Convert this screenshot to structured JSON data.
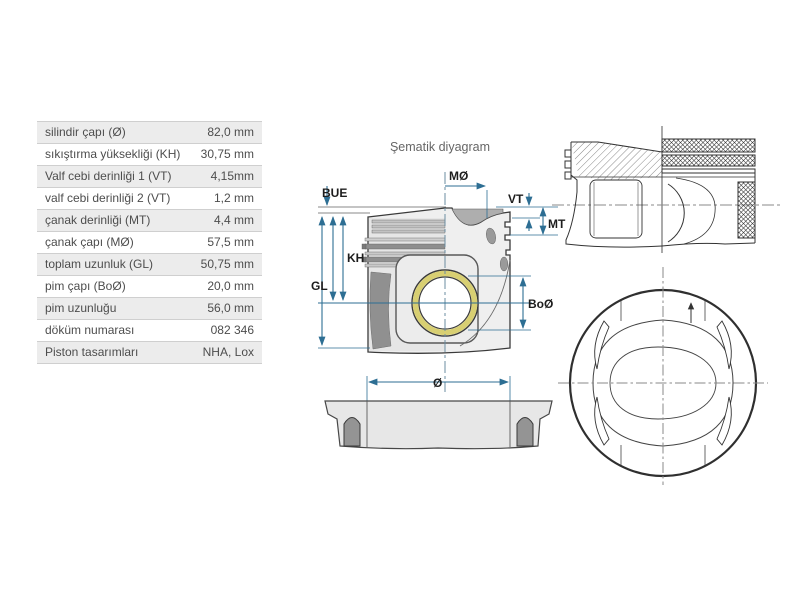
{
  "page": {
    "background": "#ffffff"
  },
  "spec_table": {
    "rows": [
      {
        "label": "silindir çapı (Ø)",
        "value": "82,0 mm"
      },
      {
        "label": "sıkıştırma yüksekliği (KH)",
        "value": "30,75 mm"
      },
      {
        "label": "Valf cebi derinliği 1 (VT)",
        "value": "4,15mm"
      },
      {
        "label": "valf cebi derinliği 2 (VT)",
        "value": "1,2 mm"
      },
      {
        "label": "çanak derinliği (MT)",
        "value": "4,4 mm"
      },
      {
        "label": "çanak çapı (MØ)",
        "value": "57,5 mm"
      },
      {
        "label": "toplam uzunluk (GL)",
        "value": "50,75 mm"
      },
      {
        "label": "pim çapı (BoØ)",
        "value": "20,0 mm"
      },
      {
        "label": "pim uzunluğu",
        "value": "56,0 mm"
      },
      {
        "label": "döküm numarası",
        "value": "082 346"
      },
      {
        "label": "Piston tasarımları",
        "value": "NHA, Lox"
      }
    ]
  },
  "diagram": {
    "title": "Şematik diyagram",
    "dimension_labels": {
      "bue": "BUE",
      "mo": "MØ",
      "vt": "VT",
      "mt": "MT",
      "kh": "KH",
      "gl": "GL",
      "boo": "BoØ",
      "dia": "Ø"
    },
    "colors": {
      "dimension_line": "#2d6e93",
      "outline": "#3a3a3a",
      "piston_fill": "#ededed",
      "skirt_shade": "#909090",
      "pin_ring_yellow": "#d8cf72",
      "table_alt_row": "#ececec"
    }
  }
}
